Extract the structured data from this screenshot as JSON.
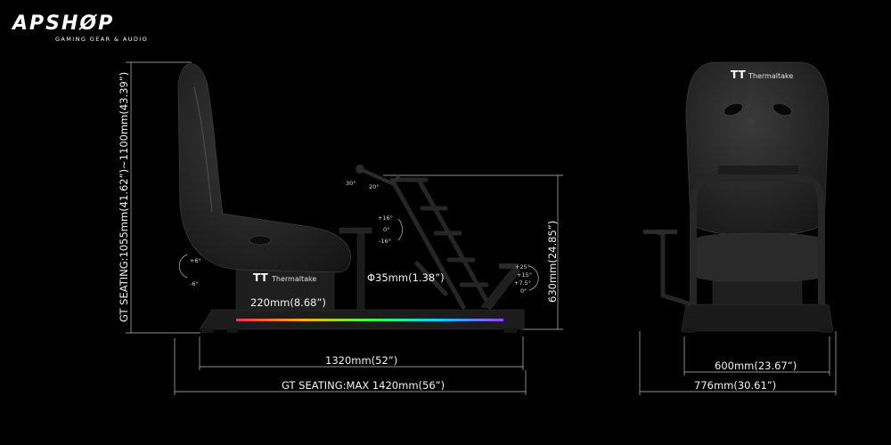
{
  "brand": {
    "logo_main": "APSHØP",
    "logo_tagline": "GAMING GEAR & AUDIO"
  },
  "seat_brand": {
    "name": "Thermaltake",
    "mark": "TT"
  },
  "dimensions": {
    "seating_height": "GT SEATING:1055mm(41.62”)~1100mm(43.39”)",
    "base_width": "220mm(8.68”)",
    "tube_diameter": "Φ35mm(1.38”)",
    "frame_height": "630mm(24.85”)",
    "length": "1320mm(52”)",
    "max_length": "GT SEATING:MAX 1420mm(56”)",
    "front_inner_width": "600mm(23.67”)",
    "front_outer_width": "776mm(30.61”)"
  },
  "angles": {
    "shifter_left": "30°",
    "shifter_right": "20°",
    "wheel_up": "+16°",
    "wheel_zero": "0°",
    "wheel_down": "-16°",
    "pedal_a": "+25°",
    "pedal_b": "+15°",
    "pedal_c": "+7.5°",
    "pedal_d": "0°",
    "seat_up": "+6°",
    "seat_down": "-6°"
  },
  "colors": {
    "background": "#000000",
    "frame": "#1c1c1c",
    "seat": "#2a2a2a",
    "rgb_strip": [
      "#ff2d55",
      "#ffb000",
      "#3cff4a",
      "#00d4ff",
      "#a040ff"
    ]
  }
}
